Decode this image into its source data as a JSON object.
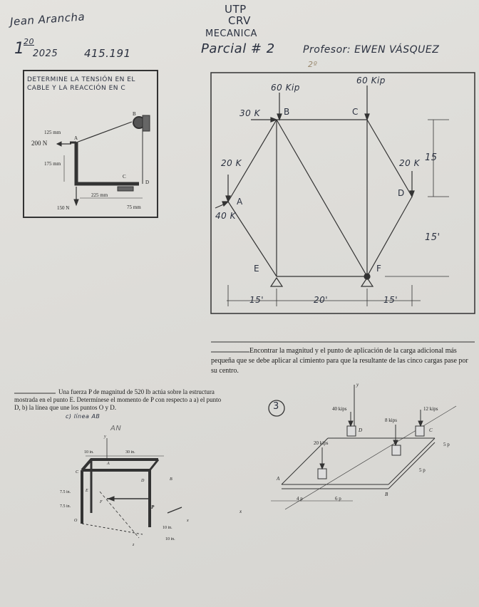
{
  "header": {
    "name": "Jean Arancha",
    "date_day": "1",
    "date_sup": "20",
    "year": "2025",
    "code": "415.191",
    "utp": "UTP",
    "crv": "CRV",
    "course": "MECANICA",
    "exam": "Parcial # 2",
    "professor": "Profesor: EWEN VÁSQUEZ",
    "professor_sub": "2º"
  },
  "problem1": {
    "statement_handwritten": "DETERMINE LA TENSIÓN EN EL CABLE Y LA REACCIÓN EN C",
    "dim_125": "125 mm",
    "dim_175": "175 mm",
    "dim_225": "225 mm",
    "dim_75": "75 mm",
    "load_200": "200 N",
    "load_150": "150 N",
    "pt_A": "A",
    "pt_B": "B",
    "pt_C": "C",
    "pt_D": "D"
  },
  "truss": {
    "load_top_left": "60 Kip",
    "load_top_right": "60 Kip",
    "load_30k": "30 K",
    "load_20k_left": "20 K",
    "load_20k_right": "20 K",
    "load_40k": "40 K",
    "dim_15_right": "15",
    "dim_15_lower": "15'",
    "dim_bot_15_left": "15'",
    "dim_bot_20": "20'",
    "dim_bot_15_right": "15'",
    "node_A": "A",
    "node_B": "B",
    "node_C": "C",
    "node_D": "D",
    "node_E": "E",
    "node_F": "F"
  },
  "problem3": {
    "statement": "Encontrar la magnitud y el punto de aplicación de la carga adicional más pequeña que se debe aplicar al cimiento para que la resultante de las cinco cargas pase por su centro.",
    "number": "3",
    "load_40": "40 kips",
    "load_8": "8 kips",
    "load_12": "12 kips",
    "load_20": "20 kips",
    "dim_4p": "4 p",
    "dim_6p": "6 p",
    "dim_5p": "5 p",
    "dim_5p_b": "5 p",
    "axis_y": "y",
    "axis_x": "x",
    "pt_A": "A",
    "pt_B": "B",
    "pt_C": "C",
    "pt_D": "D"
  },
  "problem4": {
    "statement": "Una fuerza P de magnitud de 520 lb actúa sobre la estructura mostrada en el punto E. Determínese el momento de P con respecto a a) el punto D, b) la línea que une los puntos O y D.",
    "hw_note": "c) línea AB",
    "hw_note2": "AN",
    "dim_10": "10 in.",
    "dim_30": "30 in.",
    "dim_75a": "7.5 in.",
    "dim_75b": "7.5 in.",
    "dim_10b": "10 in.",
    "dim_10c": "10 in.",
    "axis_y": "y",
    "axis_x": "x",
    "axis_z": "z",
    "pt_A": "A",
    "pt_B": "B",
    "pt_C": "C",
    "pt_D": "D",
    "pt_E": "E",
    "pt_F": "F",
    "pt_O": "O",
    "force_P": "P"
  }
}
